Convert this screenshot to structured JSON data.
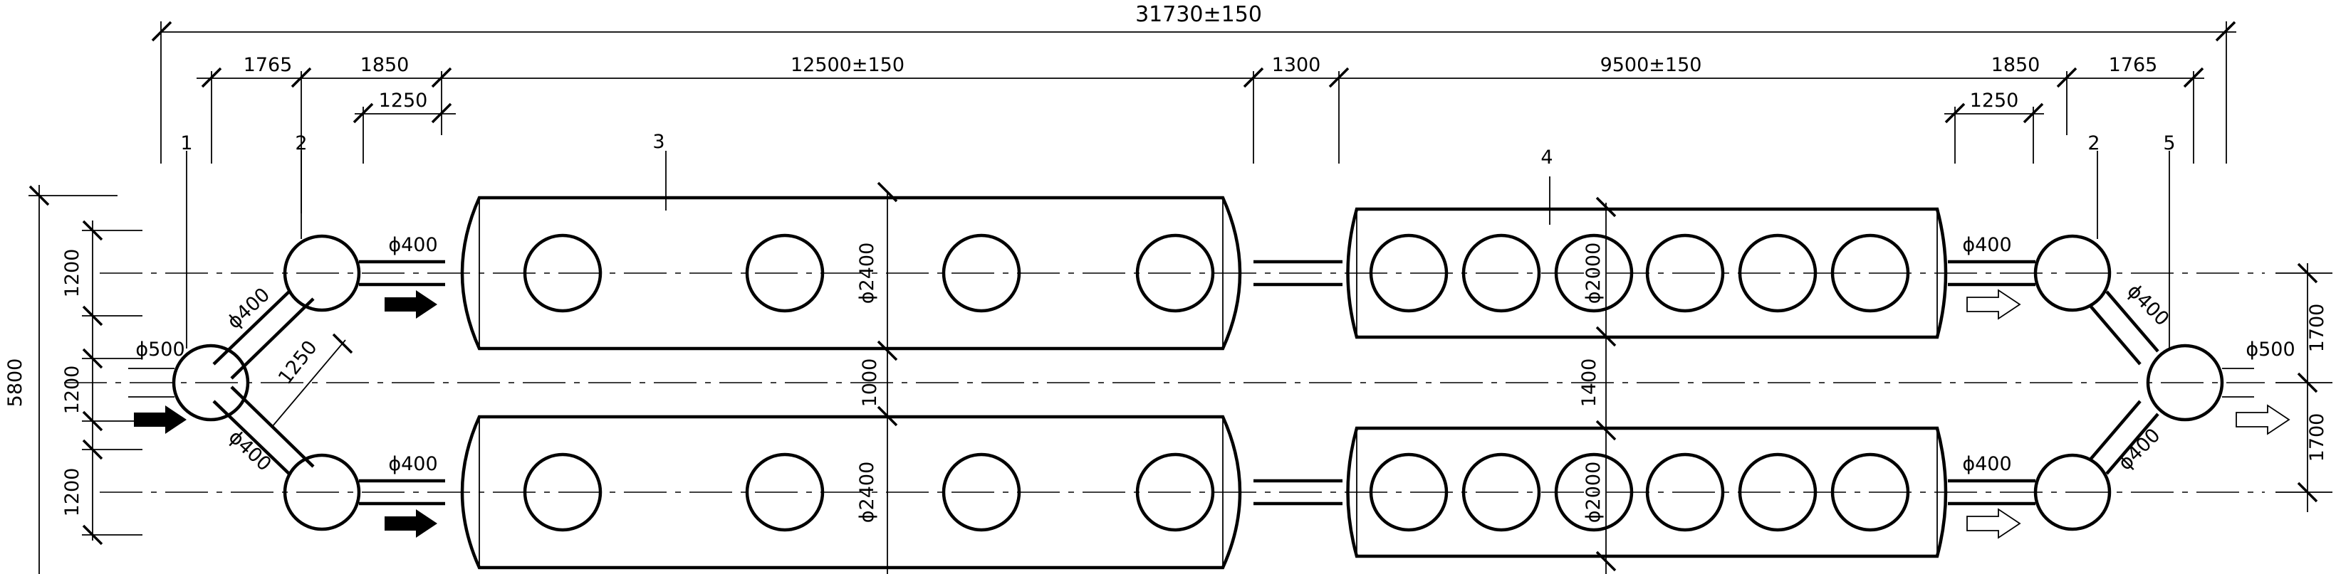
{
  "overall_dimension": "31730±150",
  "horizontal_dims": {
    "d1765_left": "1765",
    "d1850_left": "1850",
    "d1250_left": "1250",
    "d12500": "12500±150",
    "d1300": "1300",
    "d9500": "9500±150",
    "d1850_right": "1850",
    "d1250_right": "1250",
    "d1765_right": "1765"
  },
  "item_labels": {
    "item1": "1",
    "item2_left": "2",
    "item3": "3",
    "item4": "4",
    "item2_right": "2",
    "item5": "5"
  },
  "vertical_dims": {
    "total_height": "5800",
    "left_upper": "1200",
    "left_middle": "1200",
    "left_lower": "1200",
    "center_gap_left": "1000",
    "center_gap_right": "1400",
    "right_upper": "1700",
    "right_lower": "1700"
  },
  "pipe_labels": {
    "inlet_main": "ϕ500",
    "branch_upper_left": "ϕ400",
    "branch_lower_left": "ϕ400",
    "diag_1250": "1250",
    "pipe_upper_left": "ϕ400",
    "pipe_lower_left": "ϕ400",
    "vessel3_upper_dia": "ϕ2400",
    "vessel3_lower_dia": "ϕ2400",
    "vessel4_upper_dia": "ϕ2000",
    "vessel4_lower_dia": "ϕ2000",
    "pipe_upper_right": "ϕ400",
    "pipe_lower_right": "ϕ400",
    "branch_upper_right": "ϕ400",
    "branch_lower_right": "ϕ400",
    "outlet_main": "ϕ500"
  }
}
